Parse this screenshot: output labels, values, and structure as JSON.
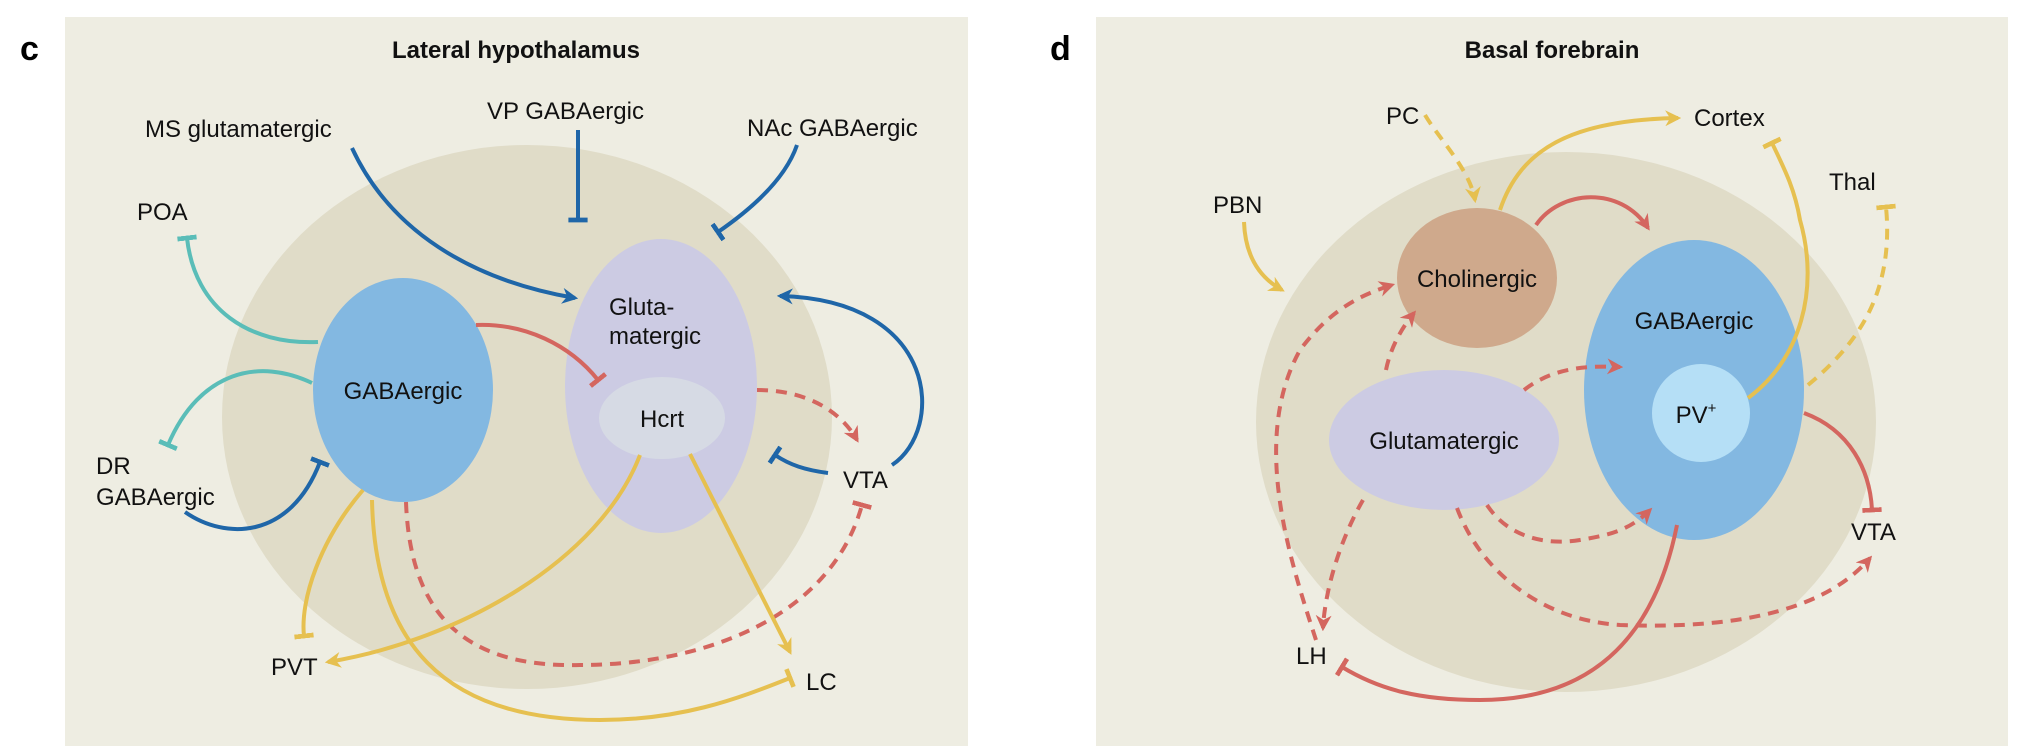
{
  "colors": {
    "panel_background": "#eeede2",
    "region_background": "#e0dcc8",
    "gabaergic_node": "#83b8e1",
    "glutamatergic_node": "#cccbe3",
    "hcrt_node": "#d6dae4",
    "cholinergic_node": "#cfa98c",
    "pv_node": "#b5dff6",
    "blue_edge": "#1f66a8",
    "teal_edge": "#5abdb8",
    "red_edge": "#d4665f",
    "yellow_edge": "#e6c050"
  },
  "panels": [
    {
      "letter": "c",
      "title": "Lateral hypothalamus",
      "nodes": {
        "gabaergic": "GABAergic",
        "glutamatergic_line1": "Gluta-",
        "glutamatergic_line2": "matergic",
        "hcrt": "Hcrt"
      },
      "external_labels": {
        "ms_glutamatergic": "MS glutamatergic",
        "vp_gabaergic": "VP GABAergic",
        "nac_gabaergic": "NAc GABAergic",
        "poa": "POA",
        "dr_line1": "DR",
        "dr_line2": "GABAergic",
        "vta": "VTA",
        "pvt": "PVT",
        "lc": "LC"
      },
      "edges": [
        {
          "from": "MS glutamatergic",
          "to": "Glutamatergic",
          "type": "excitatory",
          "color": "blue",
          "style": "solid"
        },
        {
          "from": "VP GABAergic",
          "to": "LH",
          "type": "inhibitory",
          "color": "blue",
          "style": "solid"
        },
        {
          "from": "NAc GABAergic",
          "to": "Glutamatergic",
          "type": "inhibitory",
          "color": "blue",
          "style": "solid"
        },
        {
          "from": "VTA",
          "to": "Glutamatergic",
          "type": "excitatory",
          "color": "blue",
          "style": "solid"
        },
        {
          "from": "VTA",
          "to": "Hcrt",
          "type": "inhibitory",
          "color": "blue",
          "style": "solid"
        },
        {
          "from": "DR GABAergic",
          "to": "GABAergic",
          "type": "inhibitory",
          "color": "blue",
          "style": "solid"
        },
        {
          "from": "GABAergic",
          "to": "POA",
          "type": "inhibitory",
          "color": "teal",
          "style": "solid"
        },
        {
          "from": "GABAergic",
          "to": "DR GABAergic",
          "type": "inhibitory",
          "color": "teal",
          "style": "solid"
        },
        {
          "from": "GABAergic",
          "to": "Hcrt",
          "type": "inhibitory",
          "color": "red",
          "style": "solid"
        },
        {
          "from": "Glutamatergic",
          "to": "VTA",
          "type": "excitatory",
          "color": "red",
          "style": "dashed"
        },
        {
          "from": "GABAergic",
          "to": "VTA",
          "type": "inhibitory",
          "color": "red",
          "style": "dashed"
        },
        {
          "from": "GABAergic",
          "to": "PVT",
          "type": "inhibitory",
          "color": "yellow",
          "style": "solid"
        },
        {
          "from": "GABAergic",
          "to": "LC",
          "type": "inhibitory",
          "color": "yellow",
          "style": "solid"
        },
        {
          "from": "Hcrt",
          "to": "PVT",
          "type": "excitatory",
          "color": "yellow",
          "style": "solid"
        },
        {
          "from": "Hcrt",
          "to": "LC",
          "type": "excitatory",
          "color": "yellow",
          "style": "solid"
        }
      ]
    },
    {
      "letter": "d",
      "title": "Basal forebrain",
      "nodes": {
        "cholinergic": "Cholinergic",
        "gabaergic": "GABAergic",
        "pv": "PV",
        "pv_sup": "+",
        "glutamatergic": "Glutamatergic"
      },
      "external_labels": {
        "pc": "PC",
        "cortex": "Cortex",
        "thal": "Thal",
        "pbn": "PBN",
        "vta": "VTA",
        "lh": "LH"
      },
      "edges": [
        {
          "from": "PC",
          "to": "Cholinergic",
          "type": "excitatory",
          "color": "yellow",
          "style": "dashed"
        },
        {
          "from": "Cholinergic",
          "to": "Cortex",
          "type": "excitatory",
          "color": "yellow",
          "style": "solid"
        },
        {
          "from": "PBN",
          "to": "Basal forebrain",
          "type": "excitatory",
          "color": "yellow",
          "style": "solid"
        },
        {
          "from": "PV+",
          "to": "Cortex",
          "type": "inhibitory",
          "color": "yellow",
          "style": "solid"
        },
        {
          "from": "GABAergic",
          "to": "Thal",
          "type": "inhibitory",
          "color": "yellow",
          "style": "dashed"
        },
        {
          "from": "Cholinergic",
          "to": "GABAergic",
          "type": "excitatory",
          "color": "red",
          "style": "solid"
        },
        {
          "from": "Glutamatergic",
          "to": "Cholinergic",
          "type": "excitatory",
          "color": "red",
          "style": "dashed"
        },
        {
          "from": "Glutamatergic",
          "to": "GABAergic",
          "type": "excitatory",
          "color": "red",
          "style": "dashed"
        },
        {
          "from": "Glutamatergic",
          "to": "LH",
          "type": "excitatory",
          "color": "red",
          "style": "dashed"
        },
        {
          "from": "LH",
          "to": "Cholinergic",
          "type": "excitatory",
          "color": "red",
          "style": "dashed"
        },
        {
          "from": "Glutamatergic",
          "to": "VTA",
          "type": "excitatory",
          "color": "red",
          "style": "dashed"
        },
        {
          "from": "GABAergic",
          "to": "VTA",
          "type": "inhibitory",
          "color": "red",
          "style": "solid"
        },
        {
          "from": "GABAergic",
          "to": "LH",
          "type": "inhibitory",
          "color": "red",
          "style": "solid"
        }
      ]
    }
  ]
}
